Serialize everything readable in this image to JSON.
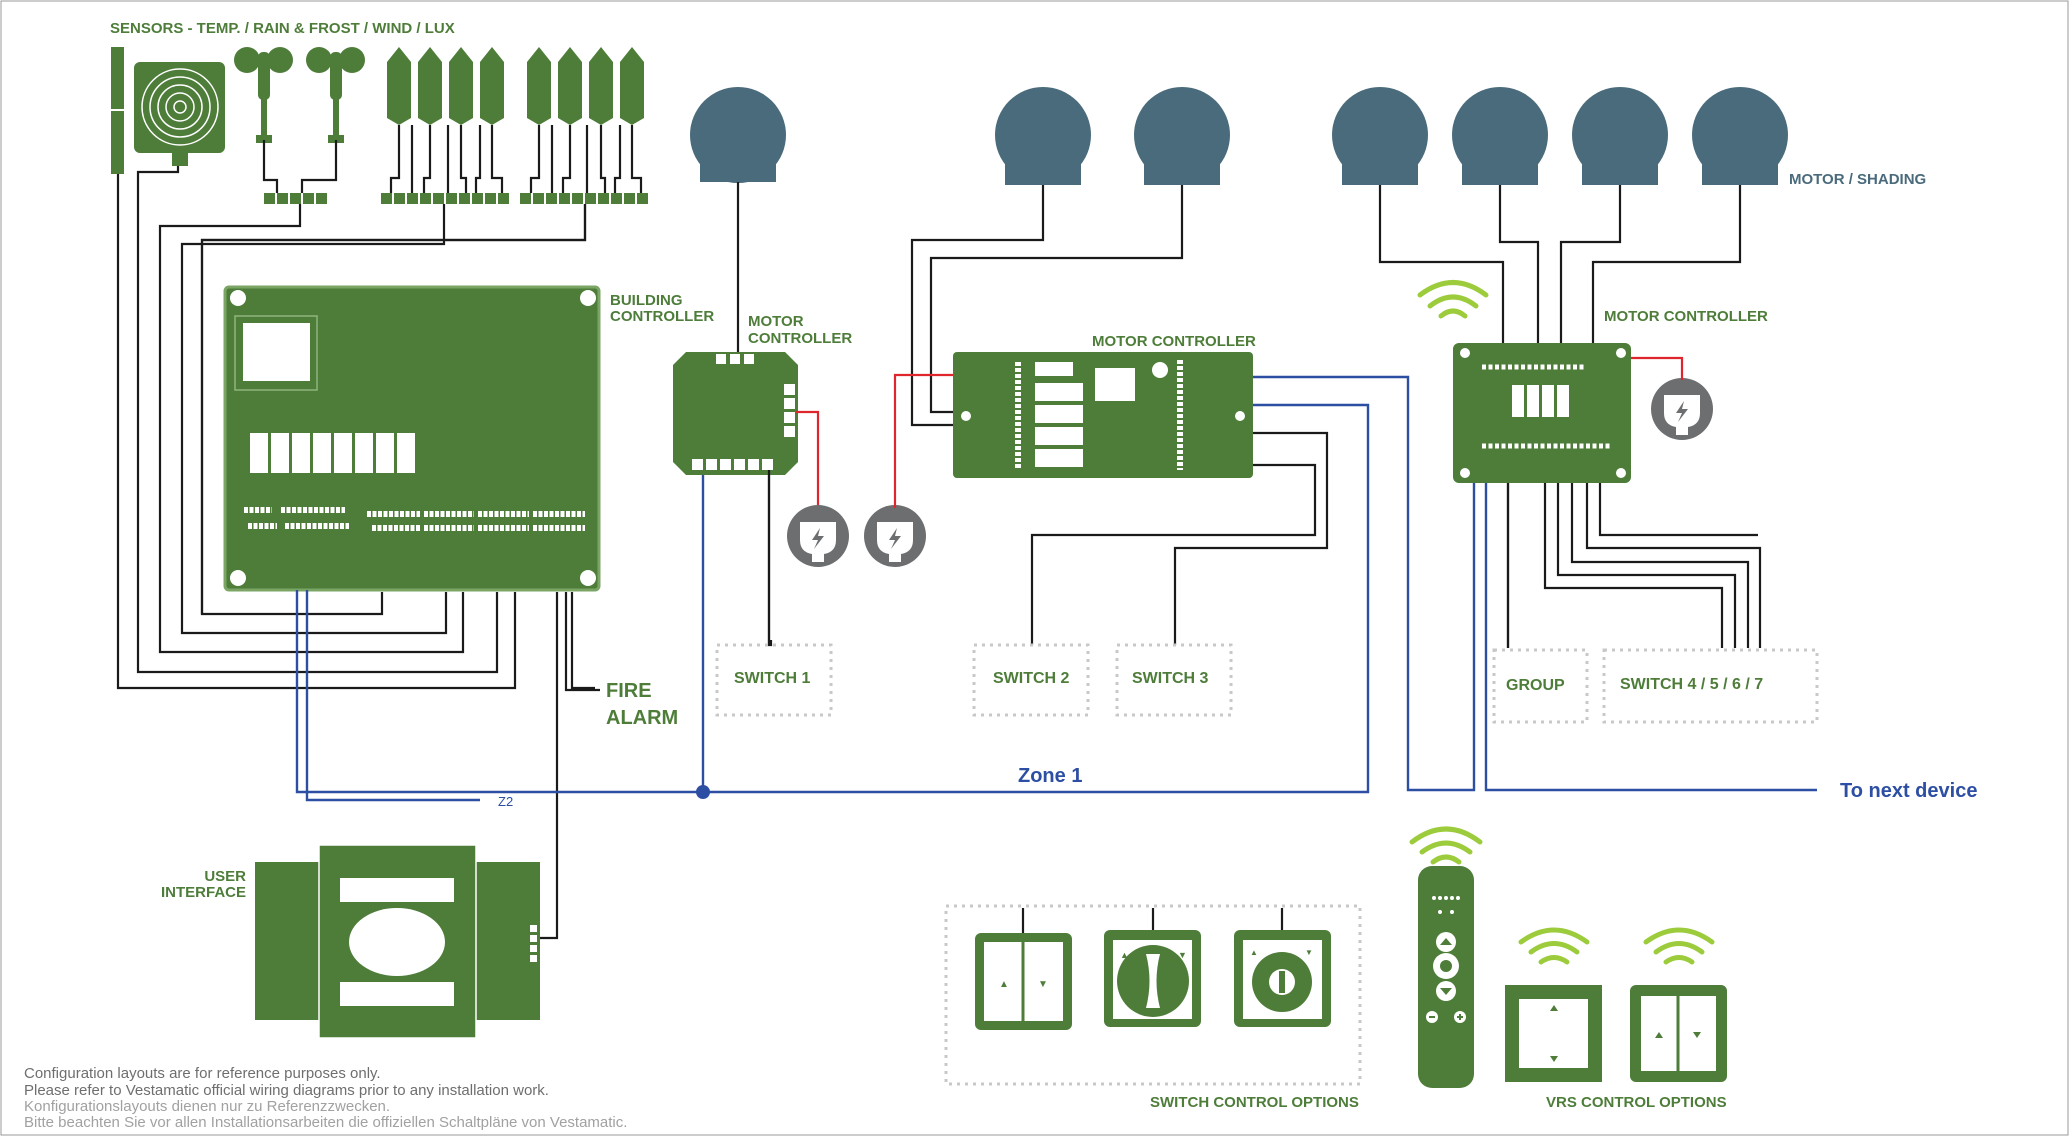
{
  "labels": {
    "sensors": "SENSORS - TEMP. / RAIN & FROST / WIND / LUX",
    "motor_shading": "MOTOR / SHADING",
    "building_controller_1": "BUILDING",
    "building_controller_2": "CONTROLLER",
    "motor_controller_small_1": "MOTOR",
    "motor_controller_small_2": "CONTROLLER",
    "motor_controller_mid": "MOTOR CONTROLLER",
    "motor_controller_right": "MOTOR CONTROLLER",
    "fire_alarm_1": "FIRE",
    "fire_alarm_2": "ALARM",
    "user_interface_1": "USER",
    "user_interface_2": "INTERFACE",
    "zone1": "Zone 1",
    "z2": "Z2",
    "to_next_device": "To next device",
    "switch1": "SWITCH 1",
    "switch2": "SWITCH 2",
    "switch3": "SWITCH 3",
    "group": "GROUP",
    "switch4567": "SWITCH 4 / 5 / 6 / 7",
    "switch_control_options": "SWITCH CONTROL OPTIONS",
    "vrs_control_options": "VRS CONTROL OPTIONS"
  },
  "disclaimer": {
    "en1": "Configuration layouts are for reference purposes only.",
    "en2": "Please refer to Vestamatic official wiring diagrams prior to any installation work.",
    "de1": "Konfigurationslayouts dienen nur zu Referenzzwecken.",
    "de2": "Bitte beachten Sie vor allen Installationsarbeiten die offiziellen Schaltpläne von Vestamatic."
  },
  "colors": {
    "green": "#4e7d3a",
    "motor": "#4a6b7c",
    "zone_blue": "#2d4fa3",
    "power_red": "#e0262d",
    "wifi": "#9ccc3c",
    "plug_grey": "#6d6e70",
    "wire": "#1a1a1a",
    "dotted": "#c8c8c8"
  },
  "icons": [
    "rain-sensor-icon",
    "wind-sensor-icon",
    "lux-sensor-icon",
    "motor-icon",
    "power-plug-icon",
    "wifi-icon",
    "remote-control-icon"
  ]
}
